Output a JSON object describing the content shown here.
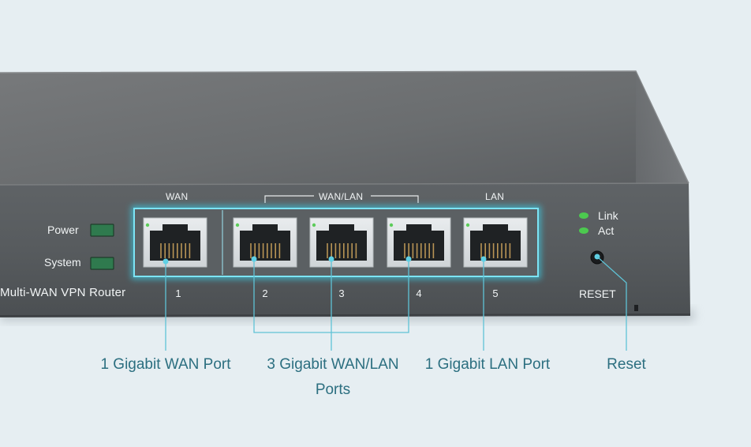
{
  "device": {
    "model_label": "Multi-WAN VPN Router",
    "indicators": {
      "power": "Power",
      "system": "System",
      "link": "Link",
      "act": "Act"
    },
    "reset_label": "RESET",
    "group_labels": {
      "wan": "WAN",
      "wan_lan": "WAN/LAN",
      "lan": "LAN"
    },
    "ports": [
      "1",
      "2",
      "3",
      "4",
      "5"
    ]
  },
  "callouts": {
    "wan_port": "1 Gigabit WAN Port",
    "wan_lan_ports_line1": "3 Gigabit WAN/LAN",
    "wan_lan_ports_line2": "Ports",
    "lan_port": "1 Gigabit LAN Port",
    "reset": "Reset"
  },
  "colors": {
    "background": "#e6eef2",
    "chassis_top": "#6b6e70",
    "chassis_front": "#55595c",
    "callout_line": "#5fc3d6",
    "callout_text": "#2c6f80",
    "led_green": "#2f7a4e",
    "status_led": "#4cc94f"
  }
}
